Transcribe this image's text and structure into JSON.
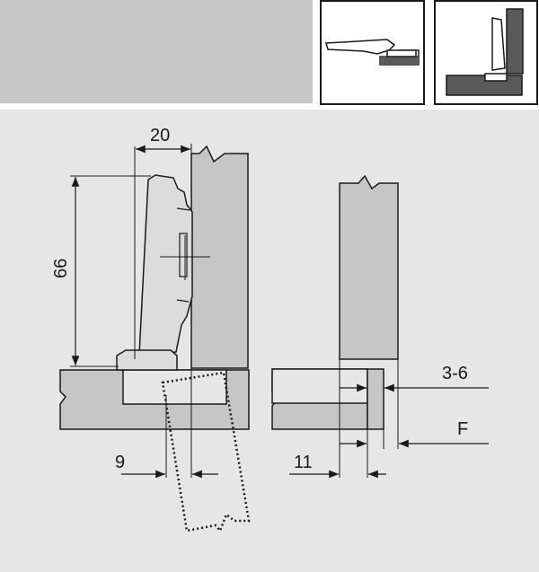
{
  "colors": {
    "page_bg": "#ffffff",
    "header_bar": "#c8c8c8",
    "drawing_bg": "#e6e6e6",
    "panel_fill": "#c6c6c6",
    "dark_panel": "#5a5a5a",
    "hinge_fill": "#dcdcdc",
    "line": "#1a1a1a"
  },
  "icons": {
    "thumb_hinge_closed": "hinge-closed-icon",
    "thumb_hinge_mounted": "hinge-mounted-icon"
  },
  "dimensions": {
    "width_top": "20",
    "height_left": "66",
    "offset_bottom_left": "9",
    "offset_bottom_right": "11",
    "door_gap": "3-6",
    "force_label": "F"
  }
}
